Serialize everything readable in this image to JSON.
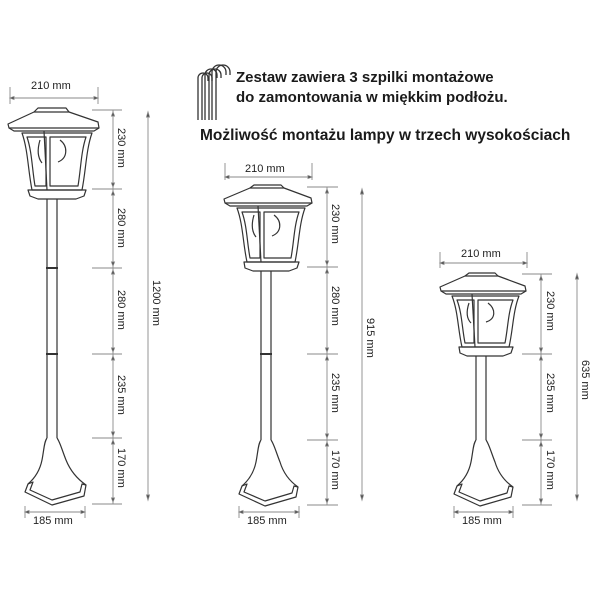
{
  "header": {
    "line1": "Zestaw zawiera 3 szpilki montażowe",
    "line2": "do zamontowania w miękkim podłożu.",
    "line3": "Możliwość montażu lampy w trzech wysokościach",
    "icon": "stake-pins-icon"
  },
  "lamps": [
    {
      "name": "lamp-1200",
      "width_top": "210 mm",
      "width_base": "185 mm",
      "segments": [
        "230 mm",
        "280 mm",
        "280 mm",
        "235 mm",
        "170 mm"
      ],
      "total_height": "1200 mm"
    },
    {
      "name": "lamp-915",
      "width_top": "210 mm",
      "width_base": "185 mm",
      "segments": [
        "230 mm",
        "280 mm",
        "235 mm",
        "170 mm"
      ],
      "total_height": "915 mm"
    },
    {
      "name": "lamp-635",
      "width_top": "210 mm",
      "width_base": "185 mm",
      "segments": [
        "230 mm",
        "235 mm",
        "170 mm"
      ],
      "total_height": "635 mm"
    }
  ],
  "colors": {
    "line": "#333333",
    "dim": "#8a8a8a",
    "text": "#1a1a1a"
  }
}
